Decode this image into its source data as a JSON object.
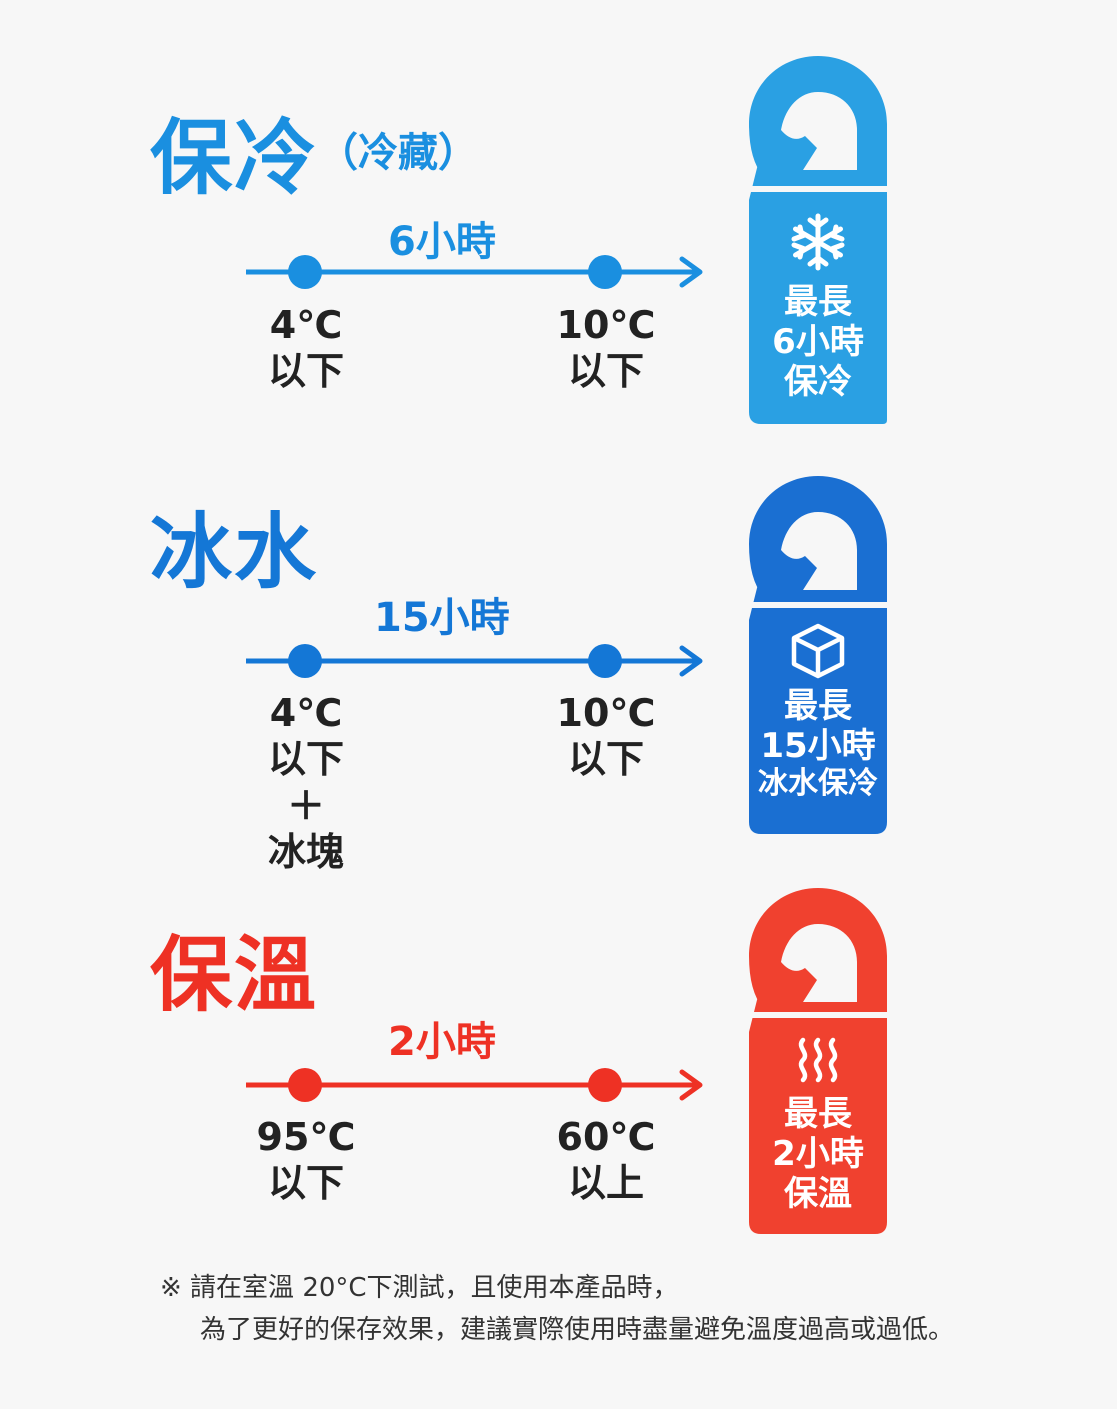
{
  "sections": [
    {
      "key": "cold",
      "title": "保冷",
      "subtitle": "（冷藏）",
      "color": "#1a8fe0",
      "tag_color": "#2aa0e3",
      "duration": "6小時",
      "start": {
        "temp": "4℃",
        "lines": [
          "以下"
        ]
      },
      "end": {
        "temp": "10℃",
        "lines": [
          "以下"
        ]
      },
      "tag": {
        "icon": "snowflake-icon",
        "lines": [
          "最長",
          "6小時",
          "保冷"
        ]
      }
    },
    {
      "key": "icewater",
      "title": "冰水",
      "subtitle": "",
      "color": "#1477d6",
      "tag_color": "#1a6fd2",
      "duration": "15小時",
      "start": {
        "temp": "4℃",
        "lines": [
          "以下",
          "＋",
          "冰塊"
        ]
      },
      "end": {
        "temp": "10℃",
        "lines": [
          "以下"
        ]
      },
      "tag": {
        "icon": "ice-cube-icon",
        "lines": [
          "最長",
          "15小時",
          "冰水保冷"
        ]
      }
    },
    {
      "key": "warm",
      "title": "保溫",
      "subtitle": "",
      "color": "#ee3124",
      "tag_color": "#f0412f",
      "duration": "2小時",
      "start": {
        "temp": "95℃",
        "lines": [
          "以下"
        ]
      },
      "end": {
        "temp": "60℃",
        "lines": [
          "以上"
        ]
      },
      "tag": {
        "icon": "heat-waves-icon",
        "lines": [
          "最長",
          "2小時",
          "保溫"
        ]
      }
    }
  ],
  "note": {
    "line1": "※ 請在室溫 20°C下測試，且使用本產品時，",
    "line2": "為了更好的保存效果，建議實際使用時盡量避免溫度過高或過低。"
  }
}
